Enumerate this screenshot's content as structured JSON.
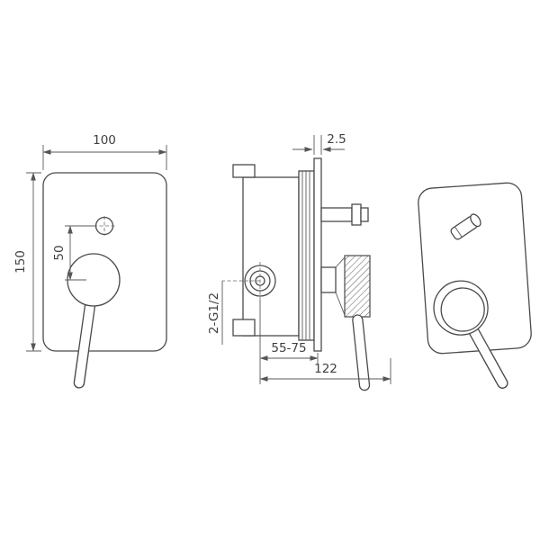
{
  "drawing": {
    "kind": "technical-dimension-drawing",
    "views": [
      "front",
      "side-section",
      "perspective"
    ]
  },
  "dims": {
    "plate_width": "100",
    "plate_height": "150",
    "button_to_handle": "50",
    "flange_thickness": "2.5",
    "inlet_thread": "2-G1/2",
    "install_depth_range": "55-75",
    "total_depth": "122"
  },
  "colors": {
    "line": "#4a4a4a",
    "dimension_line": "#5a5a5a",
    "text": "#3f3f3f",
    "background": "#ffffff"
  }
}
